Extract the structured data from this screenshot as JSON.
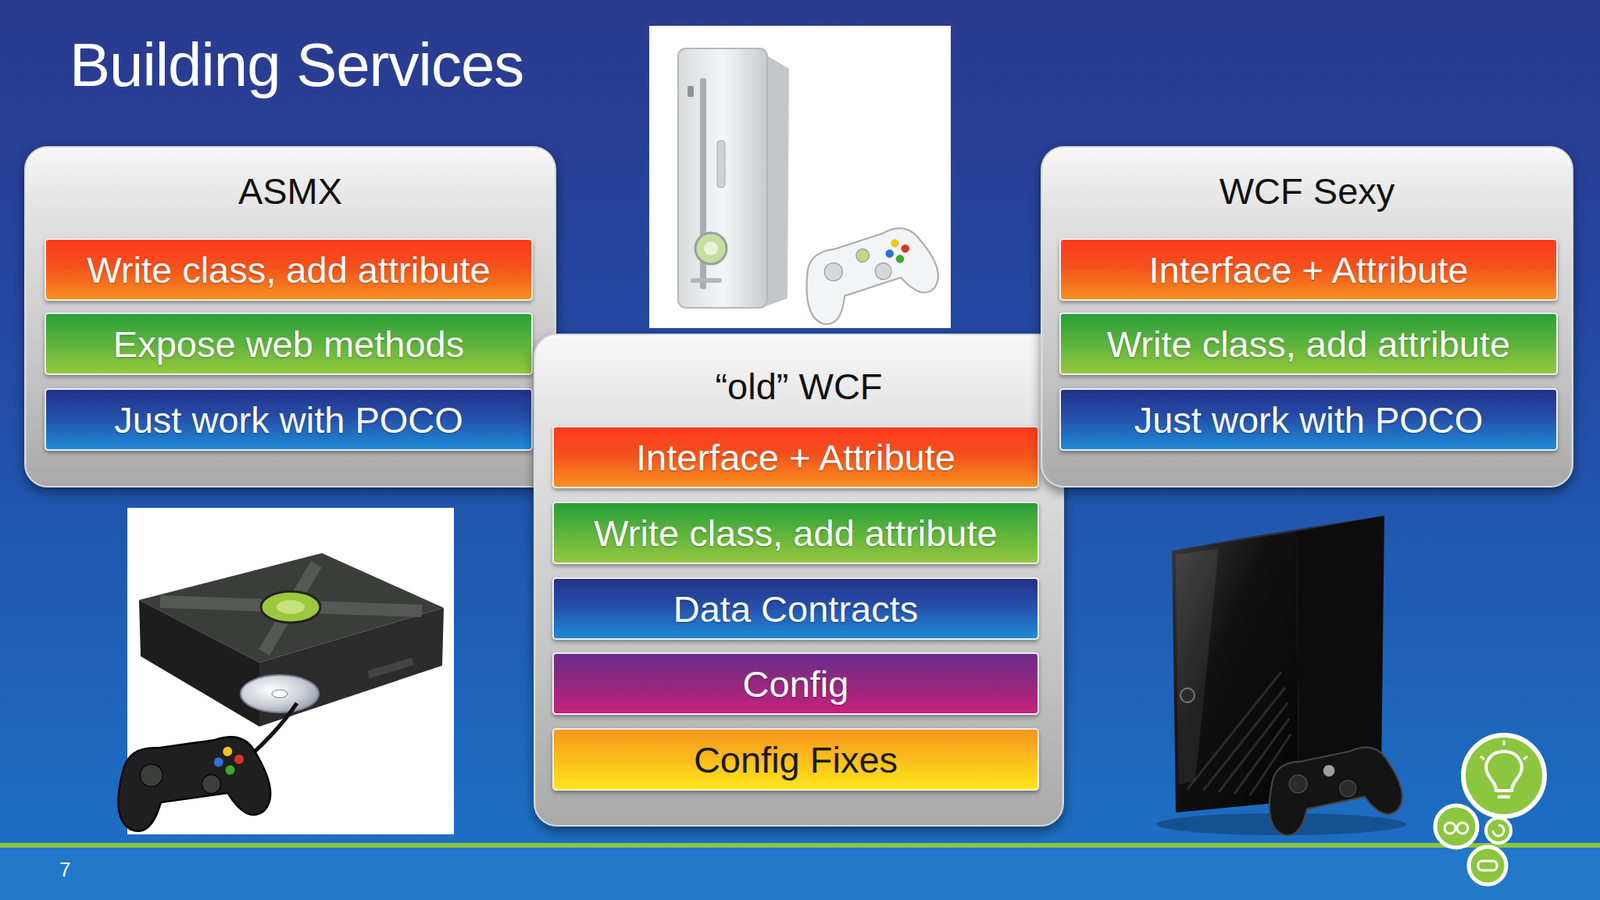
{
  "diagram": {
    "title": "Building Services",
    "nodes": [
      {
        "text": [
          "ASMX"
        ]
      },
      {
        "text": [
          "Write class, add attribute"
        ],
        "in": 0
      },
      {
        "text": [
          "Expose web methods"
        ],
        "in": 0
      },
      {
        "text": [
          "Just work with POCO"
        ],
        "in": 0
      },
      {
        "text": [
          "“old” WCF"
        ]
      },
      {
        "text": [
          "Interface + Attribute"
        ],
        "in": 4
      },
      {
        "text": [
          "Write class, add attribute"
        ],
        "in": 4
      },
      {
        "text": [
          "Data Contracts"
        ],
        "in": 4
      },
      {
        "text": [
          "Config"
        ],
        "in": 4
      },
      {
        "text": [
          "Config Fixes"
        ],
        "in": 4
      },
      {
        "text": [
          "WCF Sexy"
        ]
      },
      {
        "text": [
          "Interface + Attribute"
        ],
        "in": 10
      },
      {
        "text": [
          "Write class, add attribute"
        ],
        "in": 10
      },
      {
        "text": [
          "Just work with POCO"
        ],
        "in": 10
      }
    ],
    "labels": [
      "7"
    ]
  }
}
